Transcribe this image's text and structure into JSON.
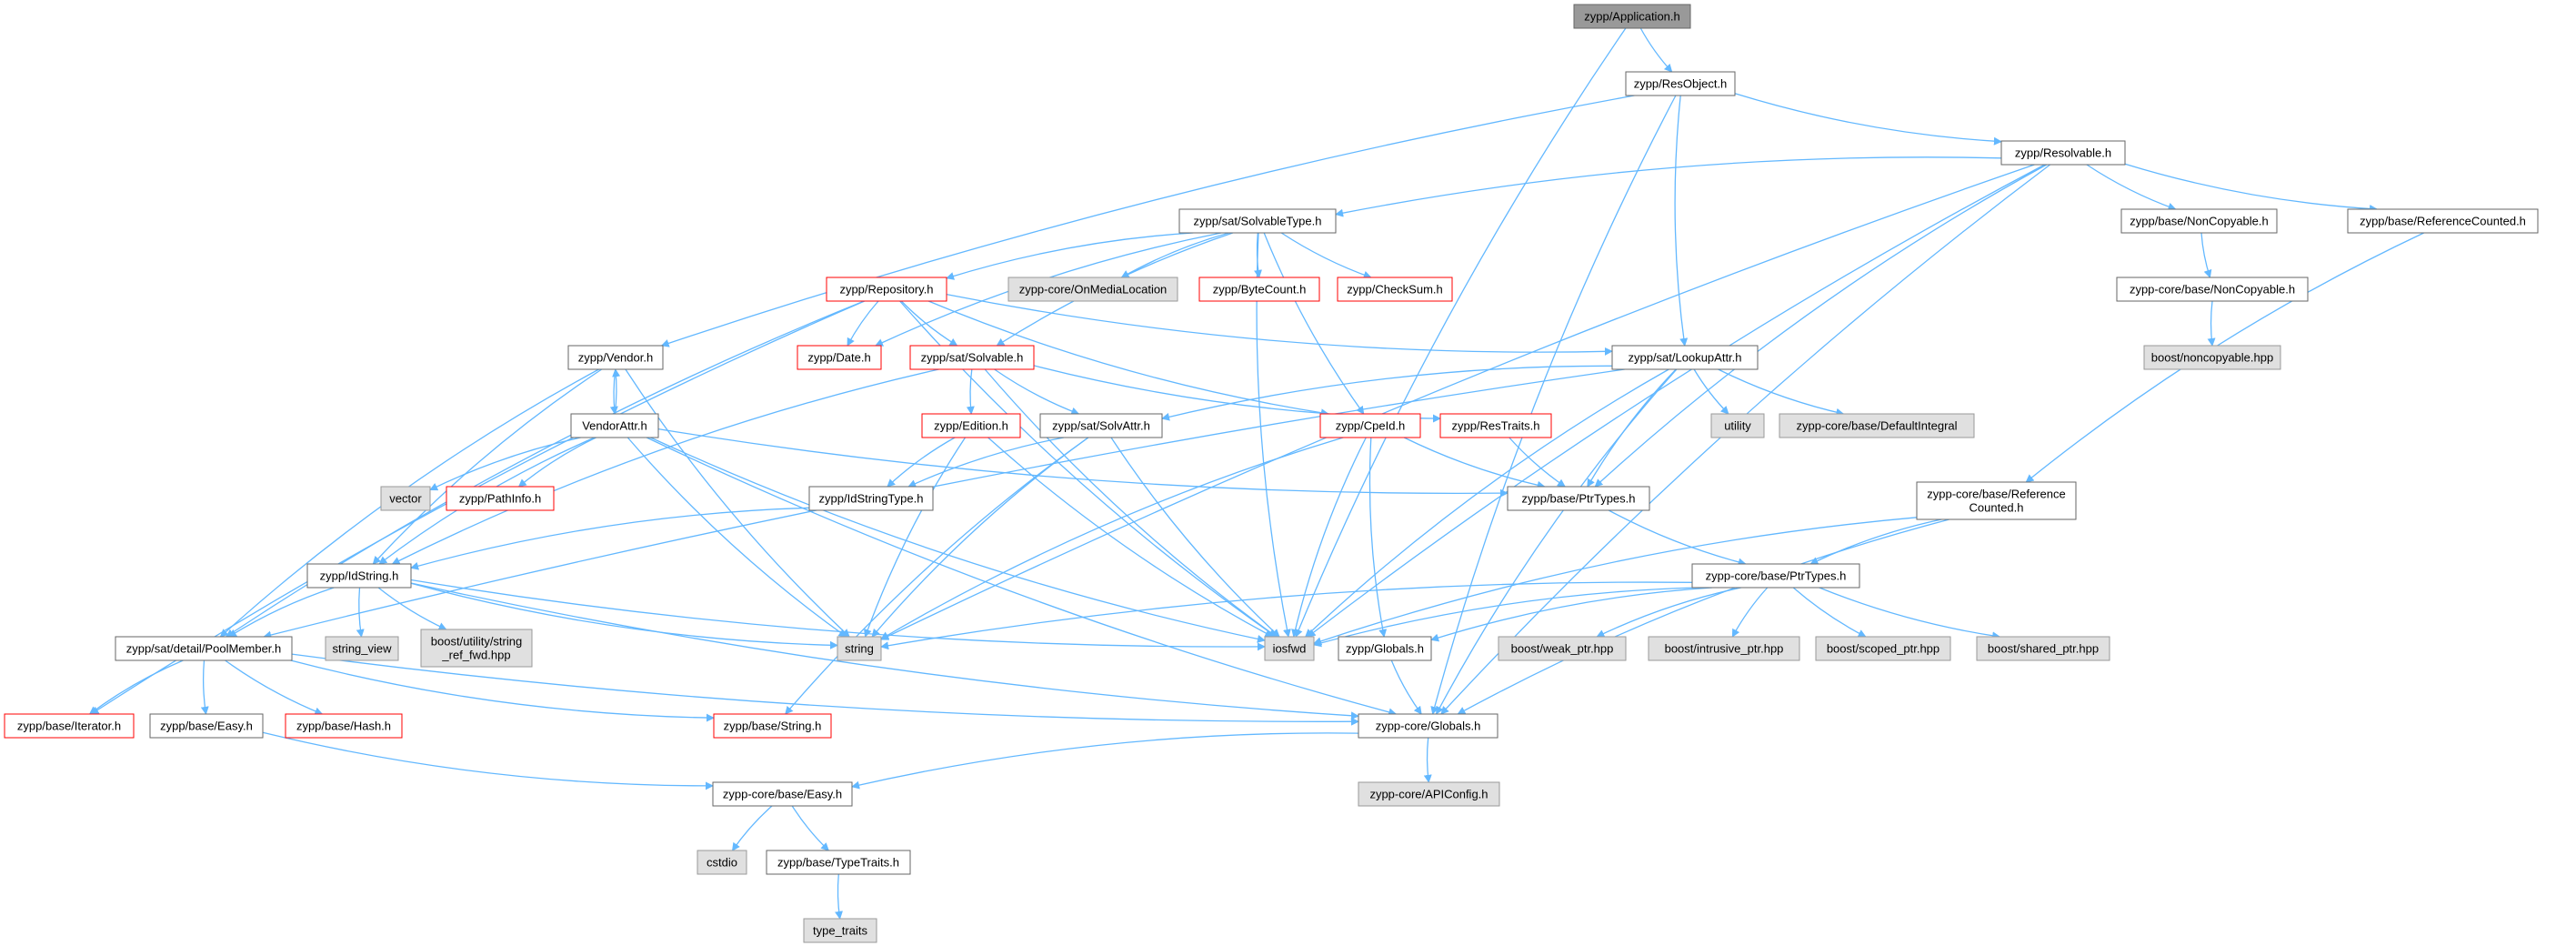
{
  "diagram": {
    "colors": {
      "root_fill": "#999999",
      "box_fill": "#ffffff",
      "box_stroke": "#666666",
      "missing_fill": "#e0e0e0",
      "missing_stroke": "#999999",
      "truncated_stroke": "#ff0000",
      "edge": "#63b8ff"
    },
    "nodes": [
      {
        "id": "application",
        "lines": [
          "zypp/Application.h"
        ],
        "style": "root"
      },
      {
        "id": "resobject",
        "lines": [
          "zypp/ResObject.h"
        ],
        "style": "normal"
      },
      {
        "id": "resolvable",
        "lines": [
          "zypp/Resolvable.h"
        ],
        "style": "normal"
      },
      {
        "id": "solvabletype",
        "lines": [
          "zypp/sat/SolvableType.h"
        ],
        "style": "normal"
      },
      {
        "id": "noncopyable",
        "lines": [
          "zypp/base/NonCopyable.h"
        ],
        "style": "normal"
      },
      {
        "id": "refcounted",
        "lines": [
          "zypp/base/ReferenceCounted.h"
        ],
        "style": "normal"
      },
      {
        "id": "repository",
        "lines": [
          "zypp/Repository.h"
        ],
        "style": "truncated"
      },
      {
        "id": "onmedialocation",
        "lines": [
          "zypp-core/OnMediaLocation"
        ],
        "style": "missing"
      },
      {
        "id": "bytecount",
        "lines": [
          "zypp/ByteCount.h"
        ],
        "style": "truncated"
      },
      {
        "id": "checksum",
        "lines": [
          "zypp/CheckSum.h"
        ],
        "style": "truncated"
      },
      {
        "id": "core_noncopyable",
        "lines": [
          "zypp-core/base/NonCopyable.h"
        ],
        "style": "normal"
      },
      {
        "id": "vendor",
        "lines": [
          "zypp/Vendor.h"
        ],
        "style": "normal"
      },
      {
        "id": "date",
        "lines": [
          "zypp/Date.h"
        ],
        "style": "truncated"
      },
      {
        "id": "solvable",
        "lines": [
          "zypp/sat/Solvable.h"
        ],
        "style": "truncated"
      },
      {
        "id": "lookupattr",
        "lines": [
          "zypp/sat/LookupAttr.h"
        ],
        "style": "normal"
      },
      {
        "id": "boost_noncopyable",
        "lines": [
          "boost/noncopyable.hpp"
        ],
        "style": "missing"
      },
      {
        "id": "vendorattr",
        "lines": [
          "VendorAttr.h"
        ],
        "style": "normal"
      },
      {
        "id": "edition",
        "lines": [
          "zypp/Edition.h"
        ],
        "style": "truncated"
      },
      {
        "id": "solvattr",
        "lines": [
          "zypp/sat/SolvAttr.h"
        ],
        "style": "normal"
      },
      {
        "id": "cpeid",
        "lines": [
          "zypp/CpeId.h"
        ],
        "style": "truncated"
      },
      {
        "id": "restraits",
        "lines": [
          "zypp/ResTraits.h"
        ],
        "style": "truncated"
      },
      {
        "id": "utility",
        "lines": [
          "utility"
        ],
        "style": "missing"
      },
      {
        "id": "defaultintegral",
        "lines": [
          "zypp-core/base/DefaultIntegral"
        ],
        "style": "missing"
      },
      {
        "id": "vector",
        "lines": [
          "vector"
        ],
        "style": "missing"
      },
      {
        "id": "pathinfo",
        "lines": [
          "zypp/PathInfo.h"
        ],
        "style": "truncated"
      },
      {
        "id": "idstringtype",
        "lines": [
          "zypp/IdStringType.h"
        ],
        "style": "normal"
      },
      {
        "id": "ptrtypes",
        "lines": [
          "zypp/base/PtrTypes.h"
        ],
        "style": "normal"
      },
      {
        "id": "core_refcounted",
        "lines": [
          "zypp-core/base/Reference",
          "Counted.h"
        ],
        "style": "normal"
      },
      {
        "id": "idstring",
        "lines": [
          "zypp/IdString.h"
        ],
        "style": "normal"
      },
      {
        "id": "core_ptrtypes",
        "lines": [
          "zypp-core/base/PtrTypes.h"
        ],
        "style": "normal"
      },
      {
        "id": "string_view",
        "lines": [
          "string_view"
        ],
        "style": "missing"
      },
      {
        "id": "string_ref_fwd",
        "lines": [
          "boost/utility/string",
          "_ref_fwd.hpp"
        ],
        "style": "missing"
      },
      {
        "id": "string",
        "lines": [
          "string"
        ],
        "style": "missing"
      },
      {
        "id": "iosfwd",
        "lines": [
          "iosfwd"
        ],
        "style": "missing"
      },
      {
        "id": "poolmember",
        "lines": [
          "zypp/sat/detail/PoolMember.h"
        ],
        "style": "normal"
      },
      {
        "id": "globals",
        "lines": [
          "zypp/Globals.h"
        ],
        "style": "normal"
      },
      {
        "id": "weak_ptr",
        "lines": [
          "boost/weak_ptr.hpp"
        ],
        "style": "missing"
      },
      {
        "id": "intrusive_ptr",
        "lines": [
          "boost/intrusive_ptr.hpp"
        ],
        "style": "missing"
      },
      {
        "id": "scoped_ptr",
        "lines": [
          "boost/scoped_ptr.hpp"
        ],
        "style": "missing"
      },
      {
        "id": "shared_ptr",
        "lines": [
          "boost/shared_ptr.hpp"
        ],
        "style": "missing"
      },
      {
        "id": "iterator",
        "lines": [
          "zypp/base/Iterator.h"
        ],
        "style": "truncated"
      },
      {
        "id": "easy",
        "lines": [
          "zypp/base/Easy.h"
        ],
        "style": "normal"
      },
      {
        "id": "hash",
        "lines": [
          "zypp/base/Hash.h"
        ],
        "style": "truncated"
      },
      {
        "id": "base_string",
        "lines": [
          "zypp/base/String.h"
        ],
        "style": "truncated"
      },
      {
        "id": "core_globals",
        "lines": [
          "zypp-core/Globals.h"
        ],
        "style": "normal"
      },
      {
        "id": "core_easy",
        "lines": [
          "zypp-core/base/Easy.h"
        ],
        "style": "normal"
      },
      {
        "id": "apiconfig",
        "lines": [
          "zypp-core/APIConfig.h"
        ],
        "style": "missing"
      },
      {
        "id": "cstdio",
        "lines": [
          "cstdio"
        ],
        "style": "missing"
      },
      {
        "id": "typetraits",
        "lines": [
          "zypp/base/TypeTraits.h"
        ],
        "style": "normal"
      },
      {
        "id": "type_traits",
        "lines": [
          "type_traits"
        ],
        "style": "missing"
      }
    ],
    "edges": [
      [
        "application",
        "resobject"
      ],
      [
        "application",
        "iosfwd"
      ],
      [
        "resobject",
        "resolvable"
      ],
      [
        "resobject",
        "vendor"
      ],
      [
        "resobject",
        "lookupattr"
      ],
      [
        "resobject",
        "core_globals"
      ],
      [
        "resolvable",
        "solvabletype"
      ],
      [
        "resolvable",
        "noncopyable"
      ],
      [
        "resolvable",
        "refcounted"
      ],
      [
        "resolvable",
        "ptrtypes"
      ],
      [
        "resolvable",
        "iosfwd"
      ],
      [
        "resolvable",
        "string"
      ],
      [
        "resolvable",
        "core_globals"
      ],
      [
        "solvabletype",
        "repository"
      ],
      [
        "solvabletype",
        "onmedialocation"
      ],
      [
        "solvabletype",
        "bytecount"
      ],
      [
        "solvabletype",
        "checksum"
      ],
      [
        "solvabletype",
        "solvable"
      ],
      [
        "solvabletype",
        "date"
      ],
      [
        "solvabletype",
        "cpeid"
      ],
      [
        "solvabletype",
        "iosfwd"
      ],
      [
        "noncopyable",
        "core_noncopyable"
      ],
      [
        "core_noncopyable",
        "boost_noncopyable"
      ],
      [
        "refcounted",
        "core_refcounted"
      ],
      [
        "repository",
        "date"
      ],
      [
        "repository",
        "solvable"
      ],
      [
        "repository",
        "lookupattr"
      ],
      [
        "repository",
        "cpeid"
      ],
      [
        "repository",
        "iterator"
      ],
      [
        "repository",
        "poolmember"
      ],
      [
        "repository",
        "iosfwd"
      ],
      [
        "vendor",
        "vendorattr"
      ],
      [
        "vendor",
        "idstring"
      ],
      [
        "vendor",
        "poolmember"
      ],
      [
        "vendor",
        "string"
      ],
      [
        "vendorattr",
        "vendor"
      ],
      [
        "vendorattr",
        "vector"
      ],
      [
        "vendorattr",
        "pathinfo"
      ],
      [
        "vendorattr",
        "idstring"
      ],
      [
        "vendorattr",
        "ptrtypes"
      ],
      [
        "vendorattr",
        "string"
      ],
      [
        "vendorattr",
        "iosfwd"
      ],
      [
        "vendorattr",
        "core_globals"
      ],
      [
        "solvable",
        "edition"
      ],
      [
        "solvable",
        "solvattr"
      ],
      [
        "solvable",
        "restraits"
      ],
      [
        "solvable",
        "idstring"
      ],
      [
        "solvable",
        "iosfwd"
      ],
      [
        "lookupattr",
        "solvattr"
      ],
      [
        "lookupattr",
        "utility"
      ],
      [
        "lookupattr",
        "defaultintegral"
      ],
      [
        "lookupattr",
        "ptrtypes"
      ],
      [
        "lookupattr",
        "poolmember"
      ],
      [
        "lookupattr",
        "iosfwd"
      ],
      [
        "lookupattr",
        "core_globals"
      ],
      [
        "edition",
        "idstringtype"
      ],
      [
        "edition",
        "string"
      ],
      [
        "edition",
        "iosfwd"
      ],
      [
        "solvattr",
        "idstringtype"
      ],
      [
        "solvattr",
        "string"
      ],
      [
        "solvattr",
        "iosfwd"
      ],
      [
        "solvattr",
        "base_string"
      ],
      [
        "cpeid",
        "ptrtypes"
      ],
      [
        "cpeid",
        "globals"
      ],
      [
        "cpeid",
        "string"
      ],
      [
        "cpeid",
        "iosfwd"
      ],
      [
        "restraits",
        "ptrtypes"
      ],
      [
        "idstringtype",
        "idstring"
      ],
      [
        "ptrtypes",
        "core_ptrtypes"
      ],
      [
        "core_refcounted",
        "core_ptrtypes"
      ],
      [
        "core_refcounted",
        "iosfwd"
      ],
      [
        "core_refcounted",
        "core_globals"
      ],
      [
        "idstring",
        "string_view"
      ],
      [
        "idstring",
        "string_ref_fwd"
      ],
      [
        "idstring",
        "poolmember"
      ],
      [
        "idstring",
        "string"
      ],
      [
        "idstring",
        "iosfwd"
      ],
      [
        "idstring",
        "core_globals"
      ],
      [
        "core_ptrtypes",
        "string"
      ],
      [
        "core_ptrtypes",
        "iosfwd"
      ],
      [
        "core_ptrtypes",
        "globals"
      ],
      [
        "core_ptrtypes",
        "weak_ptr"
      ],
      [
        "core_ptrtypes",
        "intrusive_ptr"
      ],
      [
        "core_ptrtypes",
        "scoped_ptr"
      ],
      [
        "core_ptrtypes",
        "shared_ptr"
      ],
      [
        "poolmember",
        "iterator"
      ],
      [
        "poolmember",
        "easy"
      ],
      [
        "poolmember",
        "hash"
      ],
      [
        "poolmember",
        "base_string"
      ],
      [
        "poolmember",
        "core_globals"
      ],
      [
        "globals",
        "core_globals"
      ],
      [
        "easy",
        "core_easy"
      ],
      [
        "core_globals",
        "core_easy"
      ],
      [
        "core_globals",
        "apiconfig"
      ],
      [
        "core_easy",
        "cstdio"
      ],
      [
        "core_easy",
        "typetraits"
      ],
      [
        "typetraits",
        "type_traits"
      ]
    ]
  }
}
